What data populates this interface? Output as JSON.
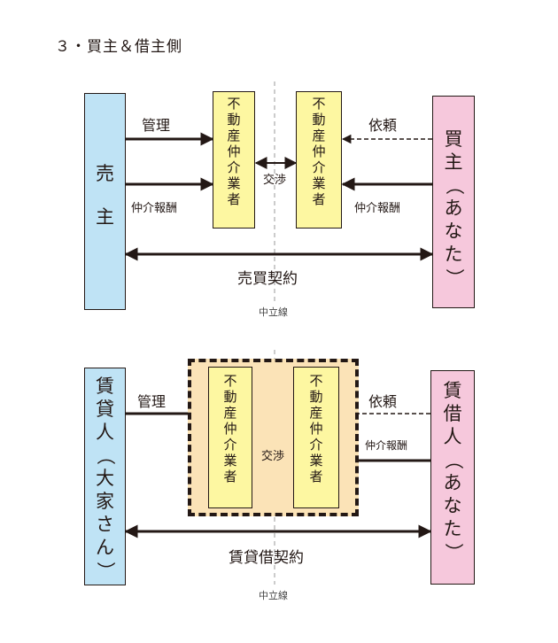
{
  "title": "３・買主＆借主側",
  "top": {
    "seller": [
      "売",
      "主"
    ],
    "agent_left": [
      "不",
      "動",
      "産",
      "仲",
      "介",
      "業",
      "者"
    ],
    "agent_right": [
      "不",
      "動",
      "産",
      "仲",
      "介",
      "業",
      "者"
    ],
    "buyer": [
      "買",
      "主",
      "（",
      "あ",
      "な",
      "た",
      "）"
    ],
    "kanri": "管理",
    "irai": "依頼",
    "fee_left": "仲介報酬",
    "fee_right": "仲介報酬",
    "kosho": "交渉",
    "contract": "売買契約",
    "neutral": "中立線"
  },
  "bottom": {
    "landlord": [
      "賃",
      "貸",
      "人",
      "（",
      "大",
      "家",
      "さ",
      "ん",
      "）"
    ],
    "agent_left": [
      "不",
      "動",
      "産",
      "仲",
      "介",
      "業",
      "者"
    ],
    "agent_right": [
      "不",
      "動",
      "産",
      "仲",
      "介",
      "業",
      "者"
    ],
    "tenant": [
      "賃",
      "借",
      "人",
      "（",
      "あ",
      "な",
      "た",
      "）"
    ],
    "kanri": "管理",
    "irai": "依頼",
    "fee_right": "仲介報酬",
    "kosho": "交渉",
    "contract": "賃貸借契約",
    "neutral": "中立線"
  }
}
